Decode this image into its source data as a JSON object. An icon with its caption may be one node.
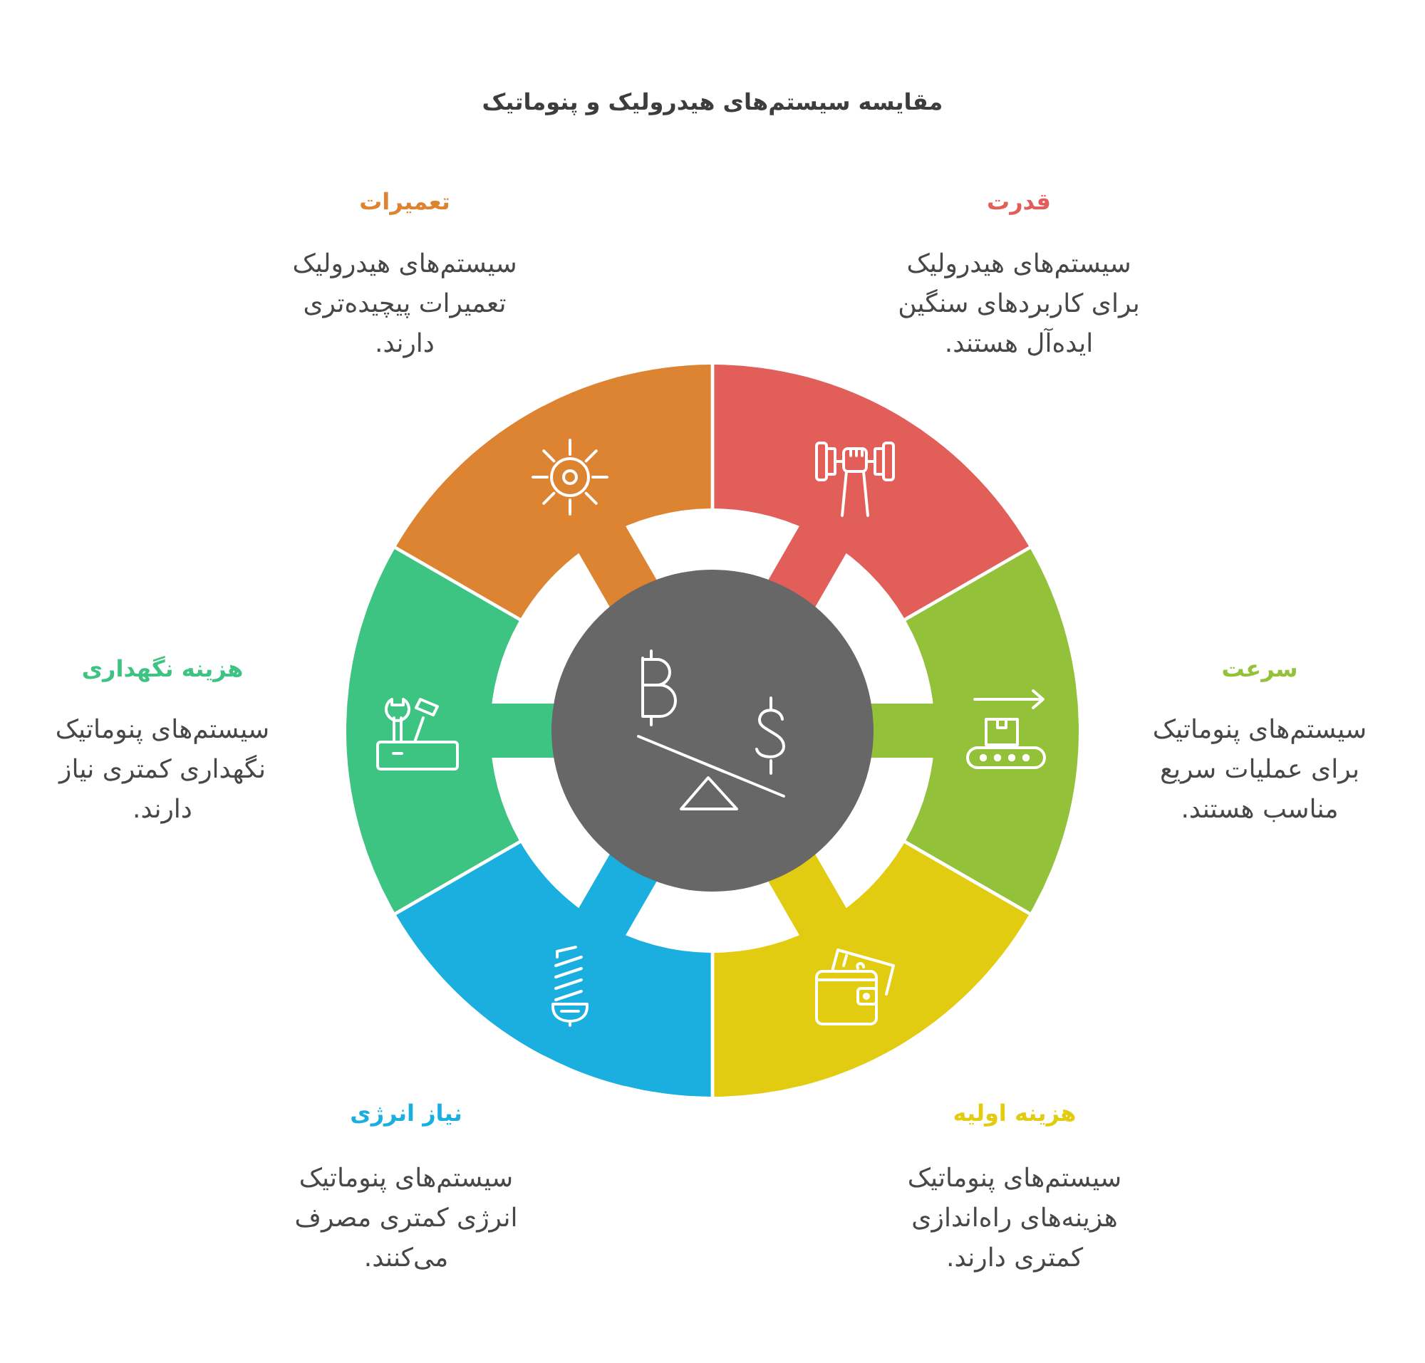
{
  "diagram": {
    "title": "مقایسه سیستم‌های هیدرولیک و پنوماتیک",
    "nodes": [
      {
        "text": [],
        "shape": "circle"
      },
      {
        "text": [],
        "shape": "segment",
        "beside": [
          "قدرت",
          "سیستم‌های هیدرولیک برای کاربردهای سنگین ایده‌آل هستند."
        ]
      },
      {
        "text": [],
        "shape": "segment",
        "beside": [
          "سرعت",
          "سیستم‌های پنوماتیک برای عملیات سریع مناسب هستند."
        ]
      },
      {
        "text": [],
        "shape": "segment",
        "beside": [
          "هزینه اولیه",
          "سیستم‌های پنوماتیک هزینه‌های راه‌اندازی کمتری دارند."
        ]
      },
      {
        "text": [],
        "shape": "segment",
        "beside": [
          "نیاز انرژی",
          "سیستم‌های پنوماتیک انرژی کمتری مصرف می‌کنند."
        ]
      },
      {
        "text": [],
        "shape": "segment",
        "beside": [
          "هزینه نگهداری",
          "سیستم‌های پنوماتیک نگهداری کمتری نیاز دارند."
        ]
      },
      {
        "text": [],
        "shape": "segment",
        "beside": [
          "تعمیرات",
          "سیستم‌های هیدرولیک تعمیرات پیچیده‌تری دارند."
        ]
      }
    ]
  }
}
